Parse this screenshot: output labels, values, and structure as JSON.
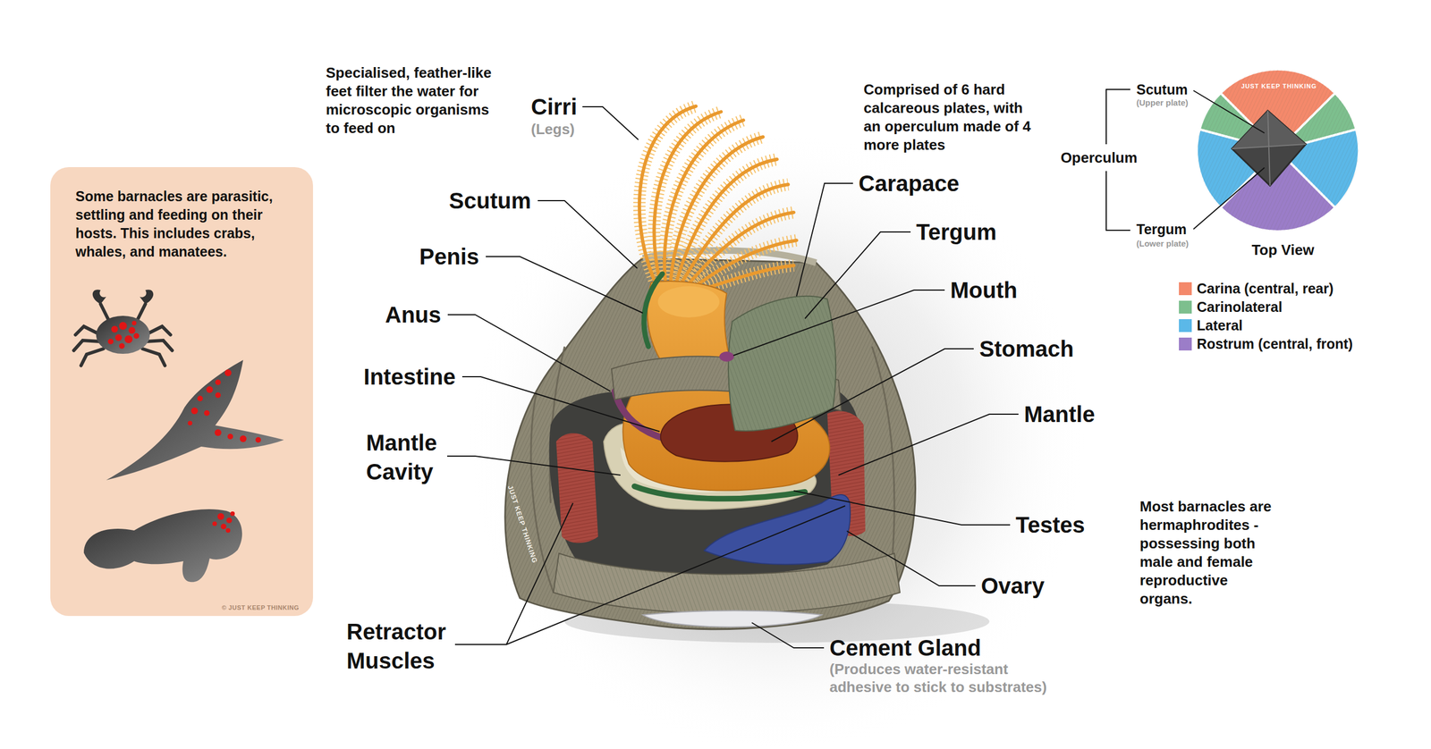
{
  "diagram": {
    "nodes": [
      {
        "text": [
          "Some barnacles are parasitic, settling and feeding on their hosts. This includes crabs, whales, and manatees.",
          "© JUST KEEP THINKING"
        ]
      }
    ],
    "labels": [
      "Cirri",
      "(Legs)",
      "Specialised, feather-like feet filter the water for microscopic organisms to feed on",
      "Scutum",
      "Penis",
      "Anus",
      "Intestine",
      "Mantle Cavity",
      "Retractor Muscles",
      "Comprised of 6 hard calcareous plates, with an operculum made of 4 more plates",
      "Carapace",
      "Tergum",
      "Mouth",
      "Stomach",
      "Mantle",
      "Testes",
      "Ovary",
      "Cement Gland",
      "(Produces water-resistant adhesive to stick to substrates)",
      "Most barnacles are hermaphrodites - possessing both male and female reproductive organs.",
      "JUST KEEP THINKING",
      "Scutum",
      "(Upper plate)",
      "Operculum",
      "Tergum",
      "(Lower plate)",
      "Top View",
      "JUST KEEP THINKING"
    ],
    "legend": [
      {
        "text": "Carina (central, rear)",
        "color": "#f4896b"
      },
      {
        "text": "Carinolateral",
        "color": "#7dbf8e"
      },
      {
        "text": "Lateral",
        "color": "#5bb8e8"
      },
      {
        "text": "Rostrum (central, front)",
        "color": "#9b7dc8"
      }
    ]
  }
}
